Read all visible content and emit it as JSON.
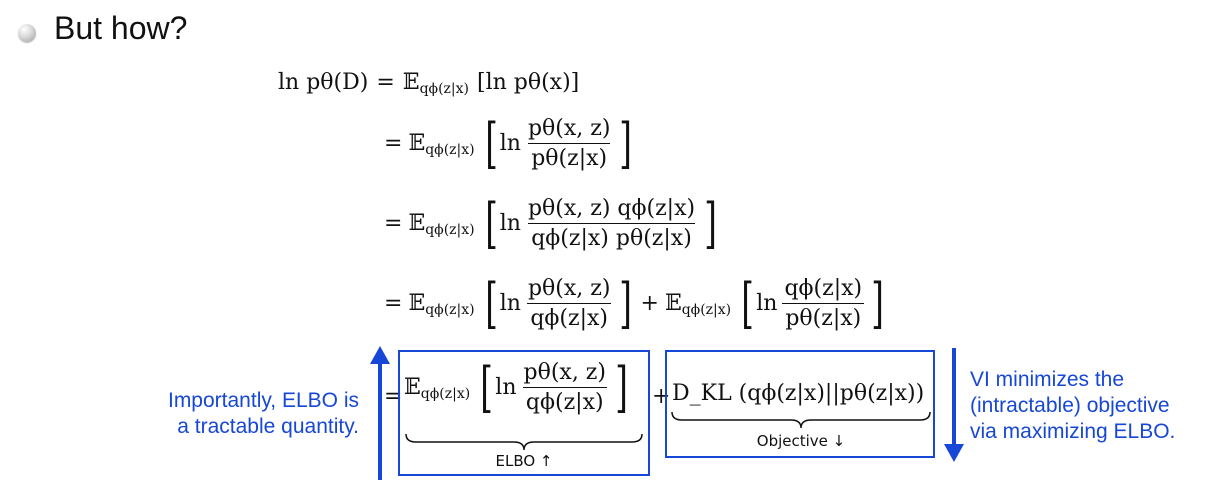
{
  "heading": "But how?",
  "equation": {
    "lhs": "ln pθ(D)",
    "expectation": "𝔼",
    "q_sub": "qϕ(z|x)",
    "line1": "[ln pθ(x)]",
    "ln": "ln",
    "line2": {
      "num": "pθ(x, z)",
      "den": "pθ(z|x)"
    },
    "line3": {
      "num": "pθ(x, z) qϕ(z|x)",
      "den": "qϕ(z|x) pθ(z|x)"
    },
    "line4_a": {
      "num": "pθ(x, z)",
      "den": "qϕ(z|x)"
    },
    "line4_b": {
      "num": "qϕ(z|x)",
      "den": "pθ(z|x)"
    },
    "kl": "D_KL (qϕ(z|x)||pθ(z|x))",
    "equals": "=",
    "plus": "+"
  },
  "labels": {
    "elbo": "ELBO ↑",
    "objective": "Objective ↓"
  },
  "annotations": {
    "left": [
      "Importantly, ELBO is",
      "a tractable quantity."
    ],
    "right": [
      "VI minimizes the",
      "(intractable) objective",
      "via maximizing ELBO."
    ]
  },
  "colors": {
    "accent": "#1747d6",
    "text": "#111111"
  }
}
